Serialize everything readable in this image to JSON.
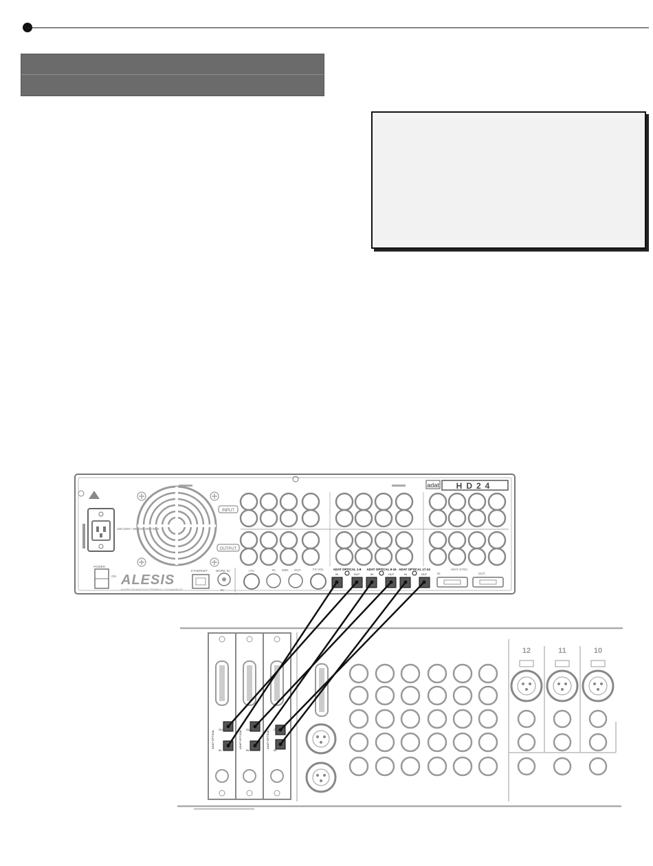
{
  "header": {
    "band_1": "",
    "band_2": ""
  },
  "diagram": {
    "hd24_panel": {
      "brand": "ALESIS",
      "model_badge": "HD24",
      "adat_badge": "adat",
      "power_rating": "100-240V~ 50/60Hz 50W MAX",
      "power_label": "POWER",
      "power_on_label": "ON",
      "manufacturer_line": "ALESIS STUDIO ELECTRONICS, LOS ANGELES",
      "ethernet_label": "ETHERNET",
      "word_in_label": "WORD IN",
      "word_in_sub": "IN",
      "ltc_label": "LTC",
      "midi_label": "MIDI",
      "midi_in": "IN",
      "midi_out": "OUT",
      "footswitch_label": "FS VOL",
      "input_label": "INPUT",
      "output_label": "OUTPUT",
      "sync_label": "ADAT SYNC",
      "sync_in": "IN",
      "sync_out": "OUT",
      "optical_groups": [
        {
          "label": "ADAT OPTICAL 1-8",
          "in": "IN",
          "out": "OUT"
        },
        {
          "label": "ADAT OPTICAL 9-16",
          "in": "IN",
          "out": "OUT"
        },
        {
          "label": "ADAT OPTICAL 17-24",
          "in": "IN",
          "out": "OUT"
        }
      ]
    },
    "mixer_panel": {
      "card_label": "ADAT OPTICAL",
      "card_in": "IN",
      "card_out": "OUT",
      "channel_numbers": [
        "12",
        "11",
        "10"
      ]
    }
  },
  "colors": {
    "header_band": "#6b6b6b",
    "note_fill": "#f2f2f2"
  }
}
